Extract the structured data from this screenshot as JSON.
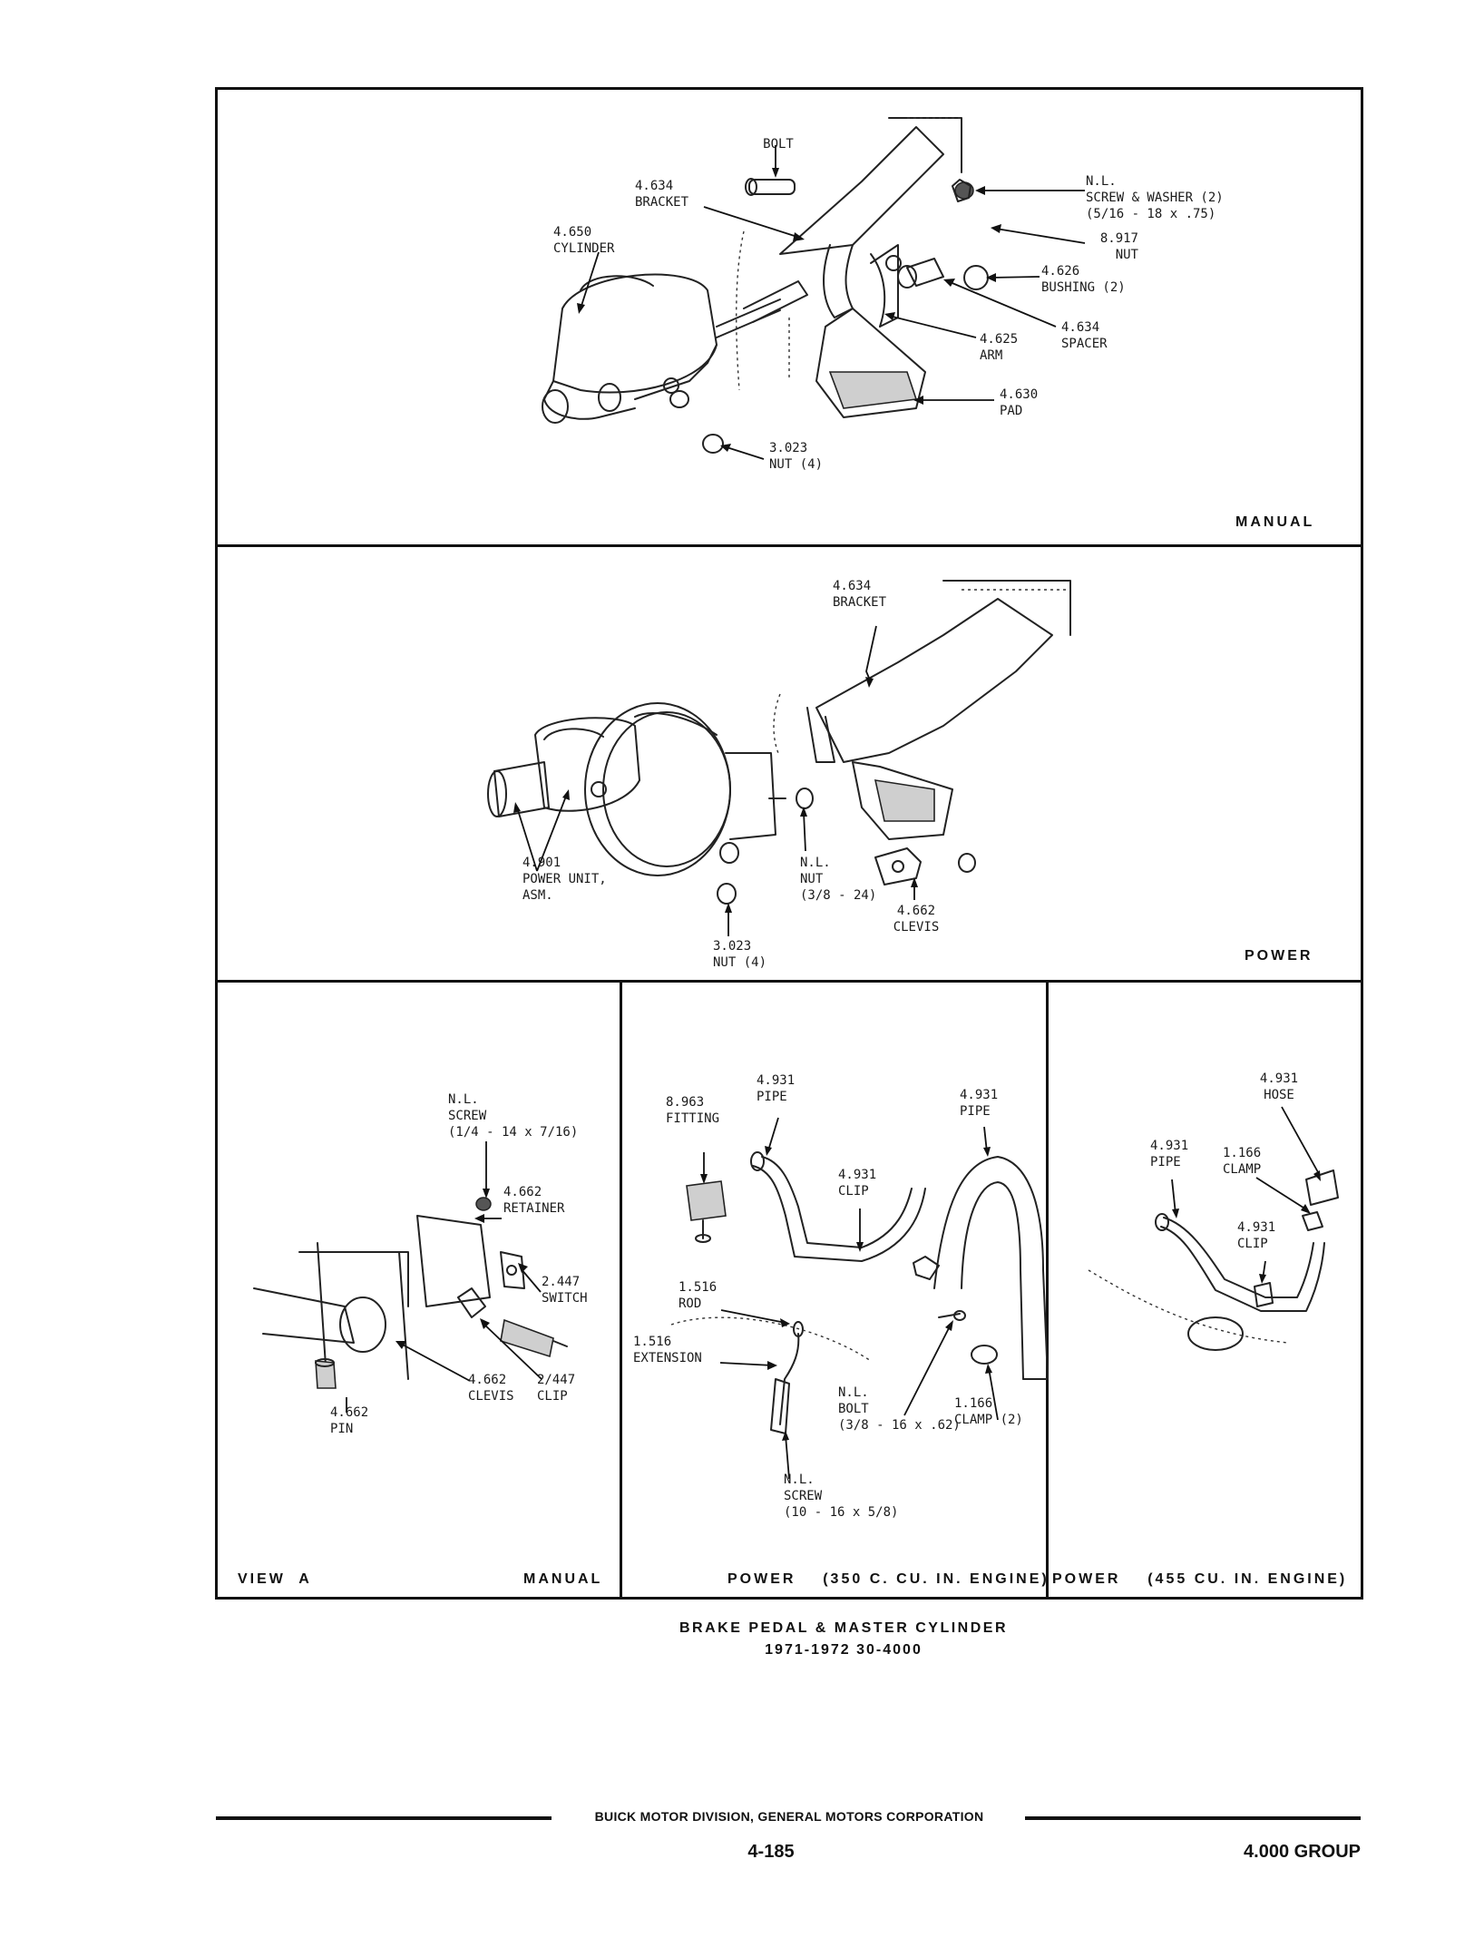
{
  "panels": {
    "manual_top": {
      "tag": "MANUAL",
      "labels": {
        "bolt": "BOLT",
        "bracket": "4.634\nBRACKET",
        "cylinder": "4.650\nCYLINDER",
        "screw_washer": "N.L.\nSCREW & WASHER (2)\n(5/16 - 18 x .75)",
        "nut_917": "8.917\nNUT",
        "bushing": "4.626\nBUSHING (2)",
        "spacer": "4.634\nSPACER",
        "arm": "4.625\nARM",
        "pad": "4.630\nPAD",
        "nut_023": "3.023\nNUT (4)"
      }
    },
    "power_middle": {
      "tag": "POWER",
      "labels": {
        "bracket": "4.634\nBRACKET",
        "power_unit": "4.901\nPOWER UNIT,\nASM.",
        "nl_nut": "N.L.\nNUT\n(3/8 - 24)",
        "clevis": "4.662\nCLEVIS",
        "nut_023": "3.023\nNUT (4)"
      }
    },
    "view_a": {
      "tag_left": "VIEW  A",
      "tag_right": "MANUAL",
      "labels": {
        "screw": "N.L.\nSCREW\n(1/4 - 14 x 7/16)",
        "retainer": "4.662\nRETAINER",
        "switch": "2.447\nSWITCH",
        "clevis": "4.662\nCLEVIS",
        "clip": "2/447\nCLIP",
        "pin": "4.662\nPIN"
      }
    },
    "power_350": {
      "tag": "POWER    (350 C. CU. IN. ENGINE)",
      "labels": {
        "fitting": "8.963\nFITTING",
        "pipe_left": "4.931\nPIPE",
        "pipe_right": "4.931\nPIPE",
        "clip": "4.931\nCLIP",
        "rod": "1.516\nROD",
        "extension": "1.516\nEXTENSION",
        "bolt": "N.L.\nBOLT\n(3/8 - 16 x .62)",
        "clamp": "1.166\nCLAMP (2)",
        "screw": "N.L.\nSCREW\n(10 - 16 x 5/8)"
      }
    },
    "power_455": {
      "tag": "POWER    (455 CU. IN. ENGINE)",
      "labels": {
        "hose": "4.931\nHOSE",
        "pipe": "4.931\nPIPE",
        "clamp": "1.166\nCLAMP",
        "clip": "4.931\nCLIP"
      }
    }
  },
  "caption": {
    "line1": "BRAKE PEDAL & MASTER CYLINDER",
    "line2": "1971-1972 30-4000"
  },
  "footer": {
    "corporation": "BUICK MOTOR DIVISION, GENERAL MOTORS CORPORATION",
    "page_number": "4-185",
    "group": "4.000 GROUP"
  },
  "icons": [
    "master-cylinder-icon",
    "brake-pedal-icon",
    "power-booster-icon",
    "nut-icon",
    "bolt-icon",
    "clevis-icon",
    "switch-icon",
    "pipe-icon",
    "hose-icon",
    "clamp-icon"
  ]
}
